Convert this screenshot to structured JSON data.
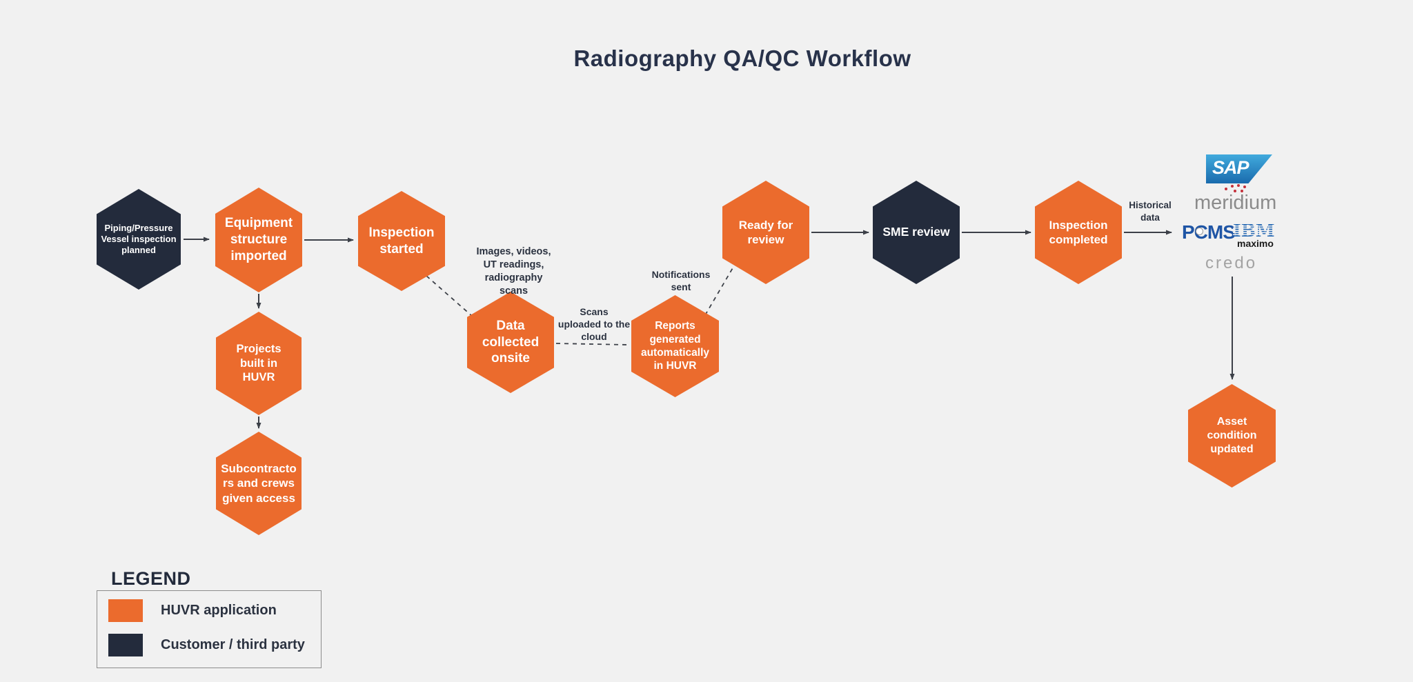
{
  "title": "Radiography QA/QC Workflow",
  "colors": {
    "background": "#F1F1F1",
    "huvr_orange": "#EB6B2D",
    "customer_navy": "#232B3C",
    "text_navy": "#2B3240",
    "connector": "#3C4048"
  },
  "nodes": [
    {
      "label": "Piping/Pressure\nVessel inspection\nplanned",
      "type": "customer"
    },
    {
      "label": "Equipment\nstructure\nimported",
      "type": "huvr"
    },
    {
      "label": "Inspection\nstarted",
      "type": "huvr"
    },
    {
      "label": "Data\ncollected\nonsite",
      "type": "huvr"
    },
    {
      "label": "Reports\ngenerated\nautomatically\nin HUVR",
      "type": "huvr"
    },
    {
      "label": "Ready for\nreview",
      "type": "huvr"
    },
    {
      "label": "SME review",
      "type": "customer"
    },
    {
      "label": "Inspection\ncompleted",
      "type": "huvr"
    },
    {
      "label": "Projects\nbuilt in\nHUVR",
      "type": "huvr"
    },
    {
      "label": "Subcontracto\nrs and crews\ngiven access",
      "type": "huvr"
    },
    {
      "label": "Asset\ncondition\nupdated",
      "type": "huvr"
    }
  ],
  "annotations": {
    "data_types": "Images, videos,\nUT readings,\nradiography\nscans",
    "scans_uploaded": "Scans\nuploaded to the\ncloud",
    "notifications_sent": "Notifications\nsent",
    "historical_data": "Historical\ndata"
  },
  "logos": {
    "sap": "SAP",
    "meridium": "meridium",
    "pcms": "PCMS",
    "ibm": "IBM",
    "maximo": "maximo",
    "credo": "credo"
  },
  "legend": {
    "title": "LEGEND",
    "items": [
      {
        "label": "HUVR application",
        "color": "#EB6B2D"
      },
      {
        "label": "Customer / third party",
        "color": "#232B3C"
      }
    ]
  }
}
